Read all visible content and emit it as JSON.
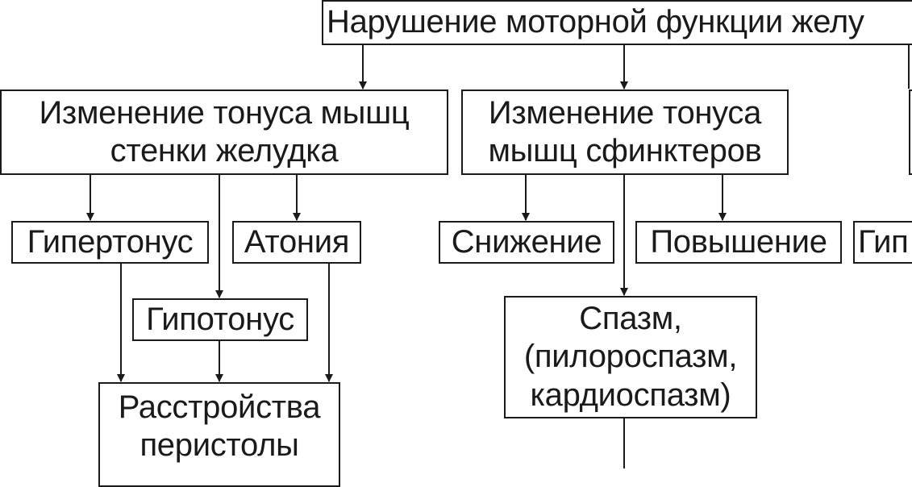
{
  "diagram": {
    "nodes": {
      "root": "Нарушение моторной функции желу",
      "wall_tone": "Изменение тонуса мышц\nстенки желудка",
      "sphincter_tone": "Изменение тонуса\nмышц сфинктеров",
      "hypertonus": "Гипертонус",
      "atonia": "Атония",
      "hypotonus": "Гипотонус",
      "peristole_disorder": "Расстройства\nперистолы",
      "decrease": "Снижение",
      "increase": "Повышение",
      "spasm": "Спазм,\n(пилороспазм,\nкардиоспазм)",
      "partial_right": "Гип"
    },
    "edges": [
      [
        "root",
        "wall_tone"
      ],
      [
        "root",
        "sphincter_tone"
      ],
      [
        "wall_tone",
        "hypertonus"
      ],
      [
        "wall_tone",
        "hypotonus"
      ],
      [
        "wall_tone",
        "atonia"
      ],
      [
        "hypertonus",
        "peristole_disorder"
      ],
      [
        "hypotonus",
        "peristole_disorder"
      ],
      [
        "atonia",
        "peristole_disorder"
      ],
      [
        "sphincter_tone",
        "decrease"
      ],
      [
        "sphincter_tone",
        "spasm"
      ],
      [
        "sphincter_tone",
        "increase"
      ]
    ],
    "colors": {
      "stroke": "#1a1a1a",
      "background": "#ffffff"
    }
  }
}
